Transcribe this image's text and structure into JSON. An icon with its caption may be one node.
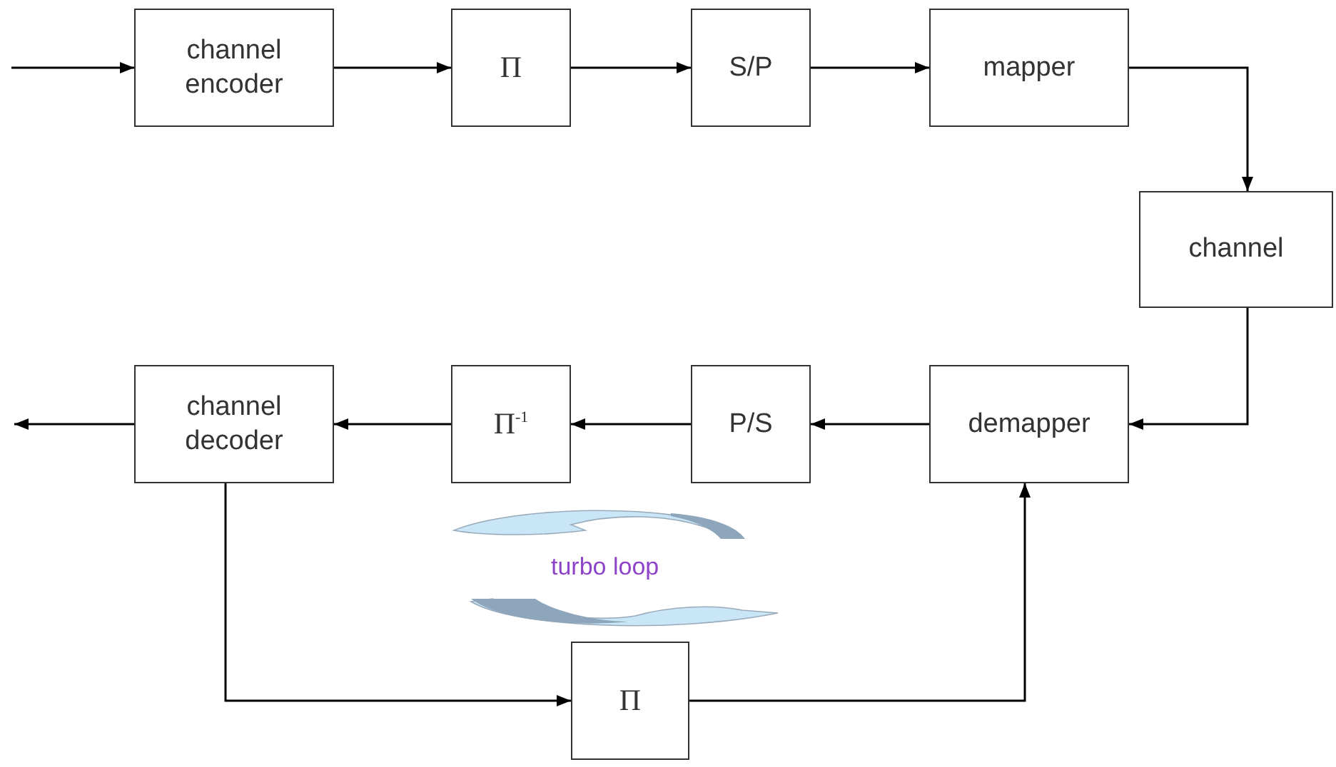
{
  "diagram": {
    "nodes": [
      {
        "text": [
          "channel encoder"
        ]
      },
      {
        "text": [
          "Π"
        ]
      },
      {
        "text": [
          "S/P"
        ]
      },
      {
        "text": [
          "mapper"
        ]
      },
      {
        "text": [
          "channel"
        ]
      },
      {
        "text": [
          "demapper"
        ]
      },
      {
        "text": [
          "P/S"
        ]
      },
      {
        "text": [
          "Π$^{-1}$"
        ]
      },
      {
        "text": [
          "channel decoder"
        ]
      },
      {
        "text": [
          "Π"
        ]
      }
    ],
    "edges": [
      {
        "from": null,
        "to": 0,
        "arrow": "to"
      },
      {
        "from": 0,
        "to": 1,
        "arrow": "to"
      },
      {
        "from": 1,
        "to": 2,
        "arrow": "to"
      },
      {
        "from": 2,
        "to": 3,
        "arrow": "to"
      },
      {
        "from": 3,
        "to": 4,
        "arrow": "to"
      },
      {
        "from": 4,
        "to": 5,
        "arrow": "to"
      },
      {
        "from": 5,
        "to": 6,
        "arrow": "to"
      },
      {
        "from": 6,
        "to": 7,
        "arrow": "to"
      },
      {
        "from": 7,
        "to": 8,
        "arrow": "to"
      },
      {
        "from": 8,
        "to": null,
        "arrow": "to"
      },
      {
        "from": 8,
        "to": 9,
        "arrow": "to"
      },
      {
        "from": 9,
        "to": 5,
        "arrow": "to"
      }
    ],
    "labels": [
      "turbo loop"
    ]
  }
}
